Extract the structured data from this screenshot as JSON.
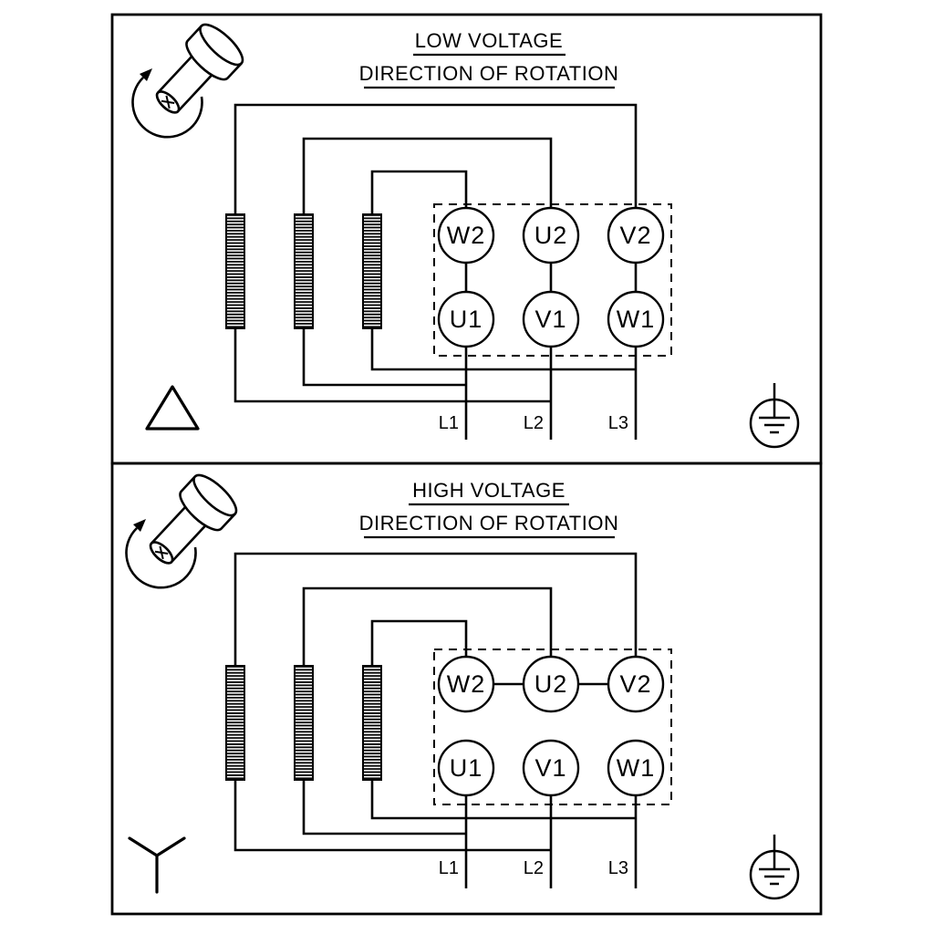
{
  "page": {
    "background_color": "#ffffff",
    "line_color": "#000000"
  },
  "panels": [
    {
      "id": "low-voltage",
      "title": "LOW VOLTAGE",
      "subtitle": "DIRECTION OF ROTATION",
      "connection": "delta",
      "terminals_top": [
        "W2",
        "U2",
        "V2"
      ],
      "terminals_bottom": [
        "U1",
        "V1",
        "W1"
      ],
      "supply_lines": [
        "L1",
        "L2",
        "L3"
      ]
    },
    {
      "id": "high-voltage",
      "title": "HIGH VOLTAGE",
      "subtitle": "DIRECTION OF ROTATION",
      "connection": "star",
      "terminals_top": [
        "W2",
        "U2",
        "V2"
      ],
      "terminals_bottom": [
        "U1",
        "V1",
        "W1"
      ],
      "supply_lines": [
        "L1",
        "L2",
        "L3"
      ]
    }
  ],
  "icons": {
    "rotation": "shaft-rotation-icon",
    "ground": "ground-icon",
    "delta": "delta-symbol-icon",
    "star": "star-symbol-icon"
  }
}
